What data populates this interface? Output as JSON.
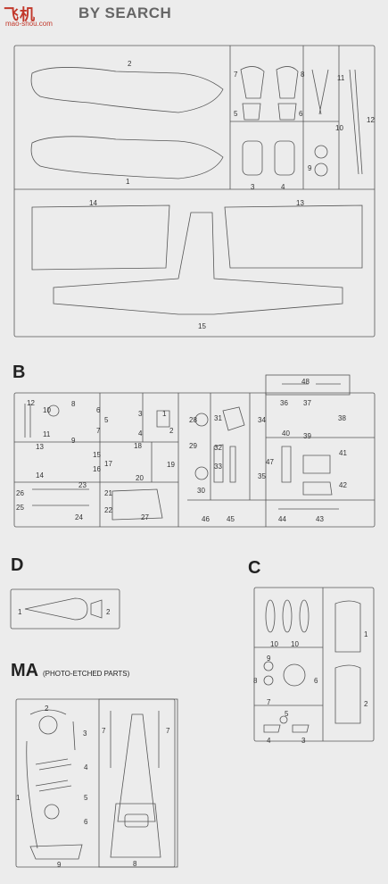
{
  "watermark": {
    "logo": "飞机",
    "title": "BY SEARCH",
    "url": "mao-shou.com"
  },
  "sections": {
    "B": "B",
    "D": "D",
    "C": "C",
    "MA": "MA",
    "MA_sub": "(PHOTO-ETCHED PARTS)"
  },
  "labels": {
    "A": [
      "2",
      "1",
      "7",
      "8",
      "5",
      "6",
      "3",
      "4",
      "11",
      "10",
      "12",
      "9",
      "14",
      "13",
      "15"
    ],
    "B": [
      "12",
      "10",
      "8",
      "6",
      "5",
      "3",
      "1",
      "2",
      "11",
      "9",
      "7",
      "4",
      "13",
      "15",
      "18",
      "16",
      "17",
      "19",
      "14",
      "20",
      "23",
      "26",
      "21",
      "25",
      "24",
      "22",
      "27",
      "28",
      "31",
      "34",
      "29",
      "32",
      "33",
      "35",
      "30",
      "48",
      "36",
      "37",
      "38",
      "40",
      "39",
      "41",
      "47",
      "42",
      "46",
      "45",
      "44",
      "43"
    ],
    "D": [
      "1",
      "2"
    ],
    "C": [
      "1",
      "10",
      "10",
      "9",
      "8",
      "6",
      "7",
      "5",
      "2",
      "4",
      "3"
    ],
    "MA": [
      "2",
      "3",
      "4",
      "1",
      "5",
      "6",
      "9",
      "7",
      "7",
      "8"
    ]
  }
}
